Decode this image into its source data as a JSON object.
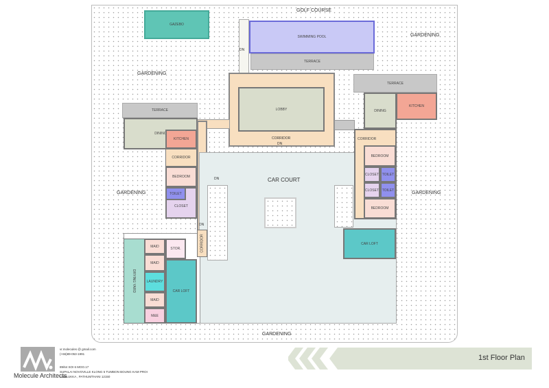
{
  "plan": {
    "site_labels": {
      "golf_course": "GOLF COURSE",
      "gardening_top_right": "GARDENING",
      "gardening_left_top": "GARDENING",
      "gardening_left": "GARDENING",
      "gardening_right": "GARDENING",
      "gardening_bottom": "GARDENING"
    },
    "rooms": {
      "gazebo": "GAZEBO",
      "swimming_pool": "SWIMMING POOL",
      "terrace_top": "TERRACE",
      "terrace_left": "TERRACE",
      "terrace_right": "TERRACE",
      "lobby": "LOBBY",
      "corridor_main": "CORRIDOR",
      "dn_top": "DN",
      "dn_main": "DN",
      "dn_left": "DN",
      "dn_left_low": "DN",
      "dining_left": "DINING",
      "kitchen_left": "KITCHEN",
      "corridor_left": "CORRIDOR",
      "bedroom_left": "BEDROOM",
      "toilet_left": "TOILET",
      "closet_left": "CLOSET",
      "car_court": "CAR COURT",
      "maid_1": "MAID",
      "maid_2": "MAID",
      "maid_3": "MAID",
      "laundry": "LAUNDRY",
      "me": "M&E",
      "stor": "STOR.",
      "corridor_service": "CORRIDOR",
      "drying_yard": "DRYING YARD",
      "car_loft_left": "CAR LOFT",
      "dining_right": "DINING",
      "kitchen_right": "KITCHEN",
      "corridor_right": "CORRIDOR",
      "bedroom_right_1": "BEDROOM",
      "closet_right_1": "CLOSET",
      "toilet_right_1": "TOILET",
      "closet_right_2": "CLOSET",
      "toilet_right_2": "TOILET",
      "bedroom_right_2": "BEDROOM",
      "car_loft_right": "CAR LOFT"
    }
  },
  "footer": {
    "company": "Molecule Architects",
    "email": "vr.molecules @ gmail.com",
    "phone": "(+66)89-053-1991",
    "address_1": "89/64 SOI 6 MOO.17",
    "address_2": "SUPALAI NOVOVILLE KLONG 5 TUMBON BOUNG KAM PROI",
    "address_3": "LUMLUKKA , PATHUMTHANI 12150",
    "sheet_title": "1st Floor Plan"
  },
  "colors": {
    "corridor": "#f8dfc0",
    "terrace": "#c8c8c8",
    "dining": "#d9ddcc",
    "kitchen": "#f3a695",
    "bedroom": "#f9ddd5",
    "toilet": "#9090ee",
    "closet": "#e5d3ee",
    "car_loft": "#5cc8c8",
    "car_court": "#e6eeee",
    "pool": "#c9c9f6",
    "banner": "#dde3d5"
  }
}
